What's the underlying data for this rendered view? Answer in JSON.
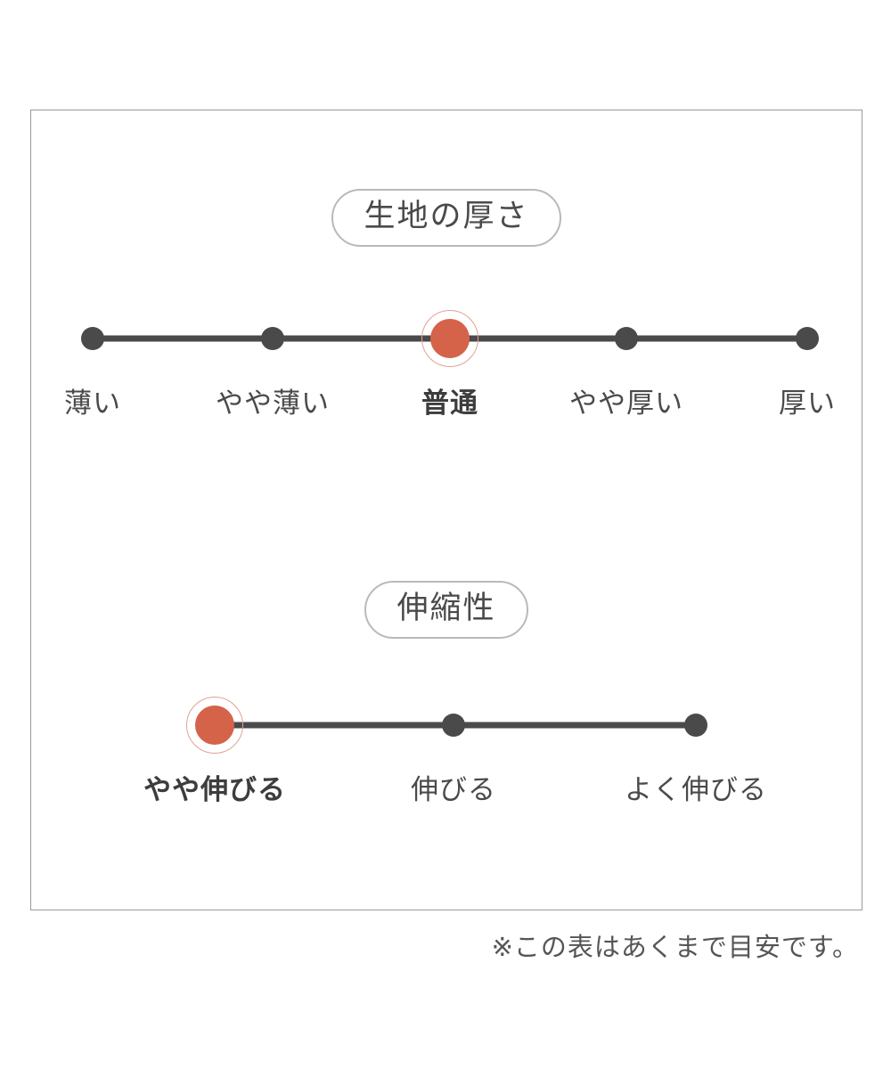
{
  "panel": {
    "sections": [
      {
        "badge_label": "生地の厚さ",
        "nodes": [
          {
            "label": "薄い",
            "selected": false
          },
          {
            "label": "やや薄い",
            "selected": false
          },
          {
            "label": "普通",
            "selected": true
          },
          {
            "label": "やや厚い",
            "selected": false
          },
          {
            "label": "厚い",
            "selected": false
          }
        ]
      },
      {
        "badge_label": "伸縮性",
        "nodes": [
          {
            "label": "やや伸びる",
            "selected": true
          },
          {
            "label": "伸びる",
            "selected": false
          },
          {
            "label": "よく伸びる",
            "selected": false
          }
        ]
      }
    ]
  },
  "note": "※この表はあくまで目安です。",
  "colors": {
    "selected": "#d4634a",
    "selected_ring": "#dfa393",
    "track": "#4a4a4a",
    "dot": "#4a4a4a",
    "panel_border": "#9a9a9a",
    "badge_border": "#b9b9b9",
    "text": "#4a4a4a"
  },
  "chart_data": {
    "type": "table",
    "title": "生地の厚さ・伸縮性スケール",
    "scales": [
      {
        "name": "生地の厚さ",
        "categories": [
          "薄い",
          "やや薄い",
          "普通",
          "やや厚い",
          "厚い"
        ],
        "selected_index": 2,
        "selected_value": "普通",
        "levels": 5
      },
      {
        "name": "伸縮性",
        "categories": [
          "やや伸びる",
          "伸びる",
          "よく伸びる"
        ],
        "selected_index": 0,
        "selected_value": "やや伸びる",
        "levels": 3
      }
    ],
    "annotation": "※この表はあくまで目安です。"
  }
}
